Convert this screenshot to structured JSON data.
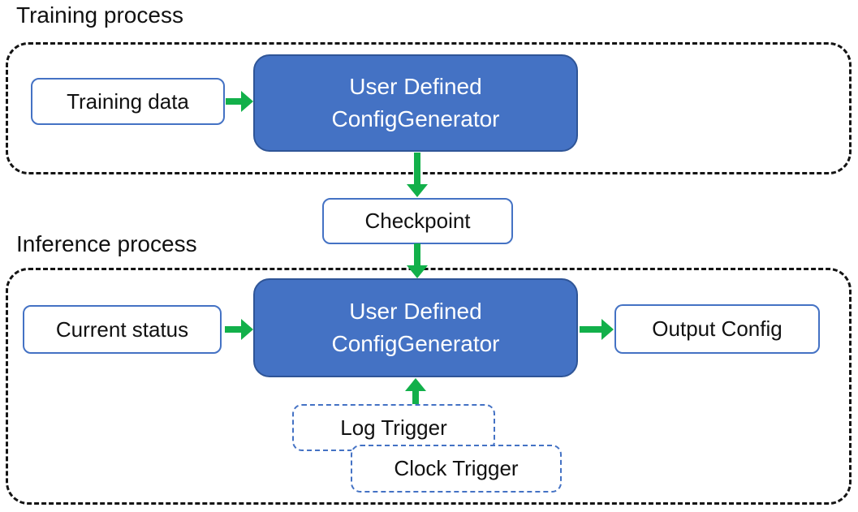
{
  "diagram": {
    "title_hint": "ConfigGenerator training and inference flow",
    "sections": {
      "training": {
        "label": "Training process"
      },
      "inference": {
        "label": "Inference process"
      }
    },
    "nodes": {
      "training_data": {
        "label": "Training data"
      },
      "config_generator_training": {
        "line1": "User Defined",
        "line2": "ConfigGenerator"
      },
      "checkpoint": {
        "label": "Checkpoint"
      },
      "current_status": {
        "label": "Current status"
      },
      "config_generator_inference": {
        "line1": "User Defined",
        "line2": "ConfigGenerator"
      },
      "output_config": {
        "label": "Output Config"
      },
      "log_trigger": {
        "label": "Log Trigger"
      },
      "clock_trigger": {
        "label": "Clock Trigger"
      }
    },
    "edges": [
      {
        "from": "training_data",
        "to": "config_generator_training",
        "direction": "right"
      },
      {
        "from": "config_generator_training",
        "to": "checkpoint",
        "direction": "down"
      },
      {
        "from": "checkpoint",
        "to": "config_generator_inference",
        "direction": "down"
      },
      {
        "from": "current_status",
        "to": "config_generator_inference",
        "direction": "right"
      },
      {
        "from": "config_generator_inference",
        "to": "output_config",
        "direction": "right"
      },
      {
        "from": "log_trigger",
        "to": "config_generator_inference",
        "direction": "up"
      }
    ],
    "colors": {
      "primary_blue": "#4472C4",
      "primary_blue_border": "#2F5597",
      "light_box_border": "#4472C4",
      "arrow_green": "#12B04A",
      "dashed_container_border": "#141414",
      "text_dark": "#111111",
      "text_light": "#FFFFFF"
    }
  }
}
